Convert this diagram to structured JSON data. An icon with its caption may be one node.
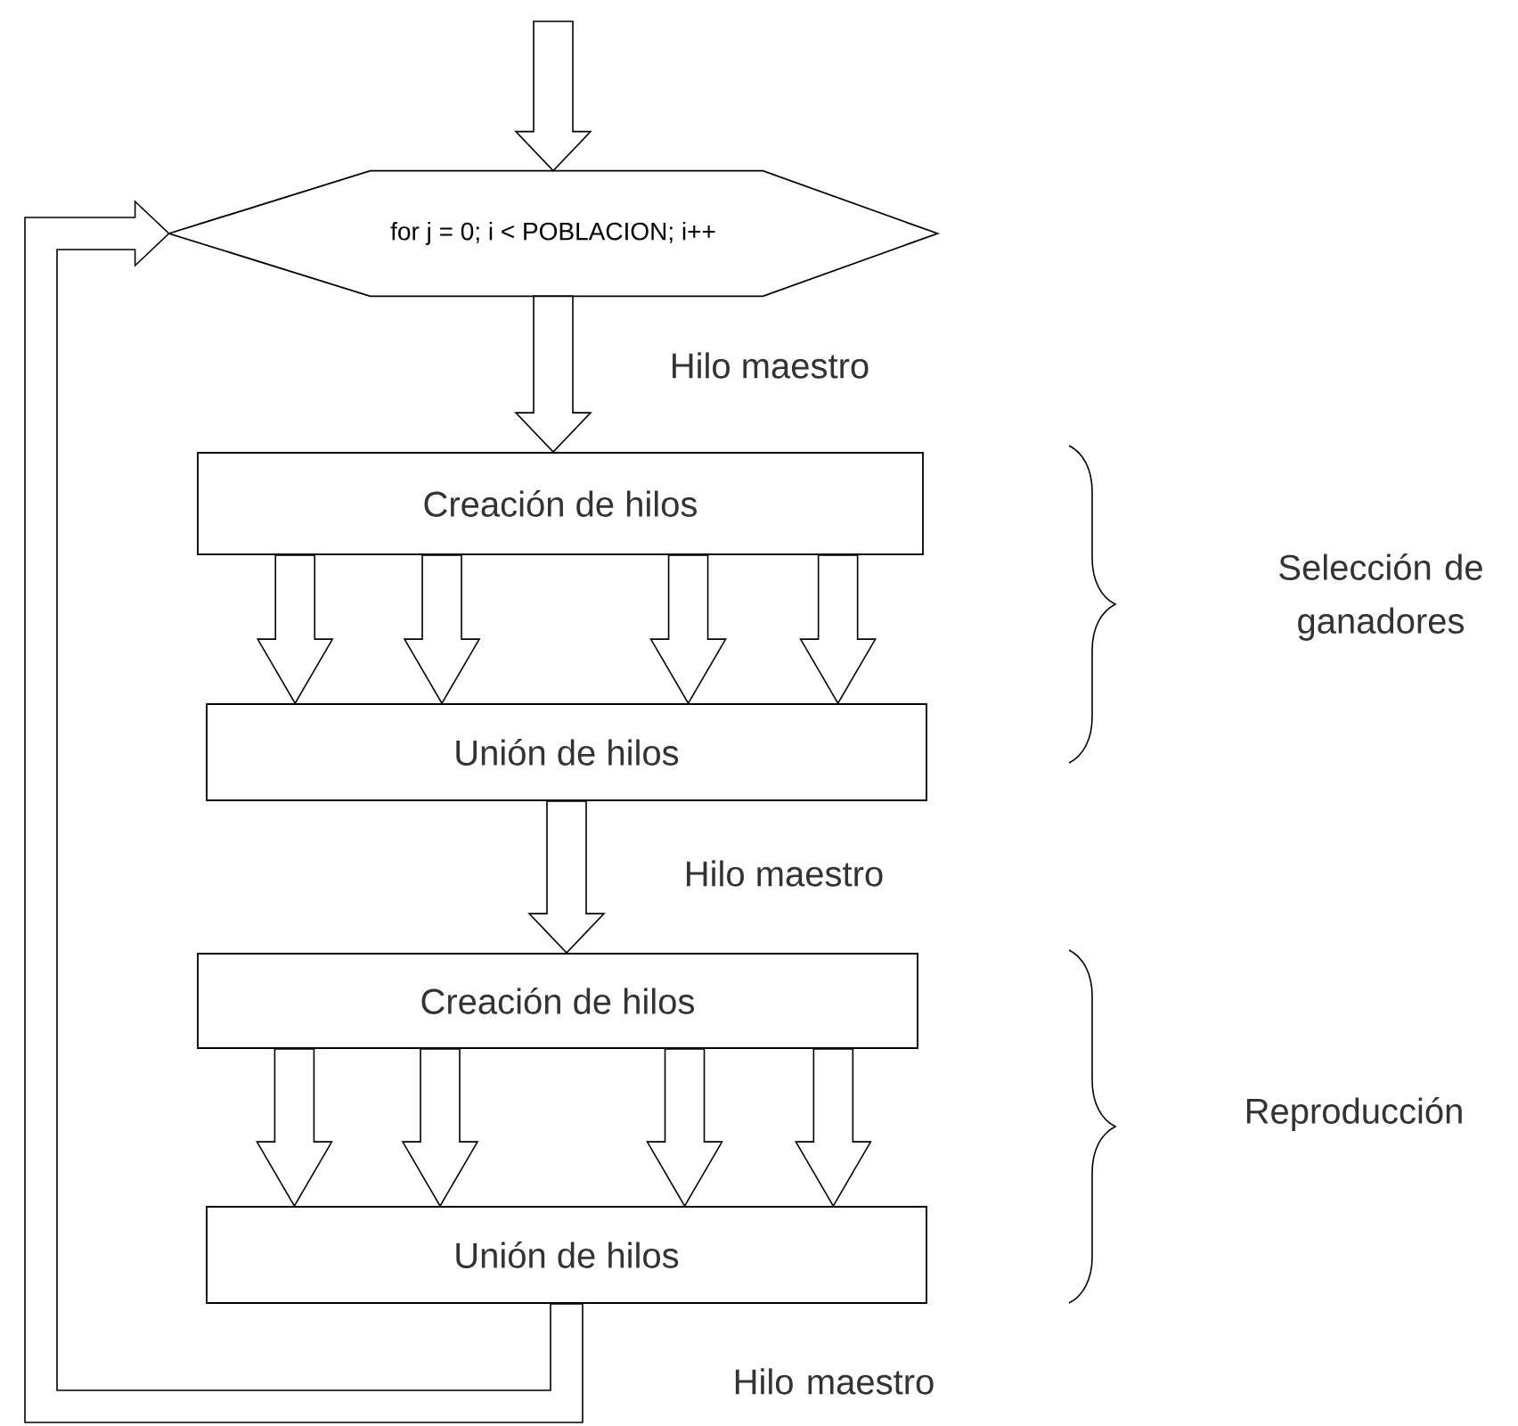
{
  "diagram": {
    "nodes": [
      {
        "text": [
          "for j = 0; i < POBLACION; i++"
        ]
      },
      {
        "text": [
          "Creación de hilos"
        ]
      },
      {
        "text": [
          "Unión de hilos"
        ]
      },
      {
        "text": [
          "Creación de hilos"
        ]
      },
      {
        "text": [
          "Unión de hilos"
        ]
      }
    ],
    "edges": [
      {
        "from": null,
        "to": 0,
        "arrow": "to"
      },
      {
        "from": 0,
        "to": 1,
        "arrow": "to",
        "label": "Hilo maestro"
      },
      {
        "from": 1,
        "to": 2,
        "arrow": "to"
      },
      {
        "from": 1,
        "to": 2,
        "arrow": "to"
      },
      {
        "from": 1,
        "to": 2,
        "arrow": "to"
      },
      {
        "from": 1,
        "to": 2,
        "arrow": "to"
      },
      {
        "from": 2,
        "to": 3,
        "arrow": "to",
        "label": "Hilo maestro"
      },
      {
        "from": 3,
        "to": 4,
        "arrow": "to"
      },
      {
        "from": 3,
        "to": 4,
        "arrow": "to"
      },
      {
        "from": 3,
        "to": 4,
        "arrow": "to"
      },
      {
        "from": 3,
        "to": 4,
        "arrow": "to"
      },
      {
        "from": 4,
        "to": 0,
        "arrow": "to"
      }
    ],
    "labels": [
      "Selección de ganadores",
      "Reproducción",
      "Hilo maestro"
    ]
  }
}
